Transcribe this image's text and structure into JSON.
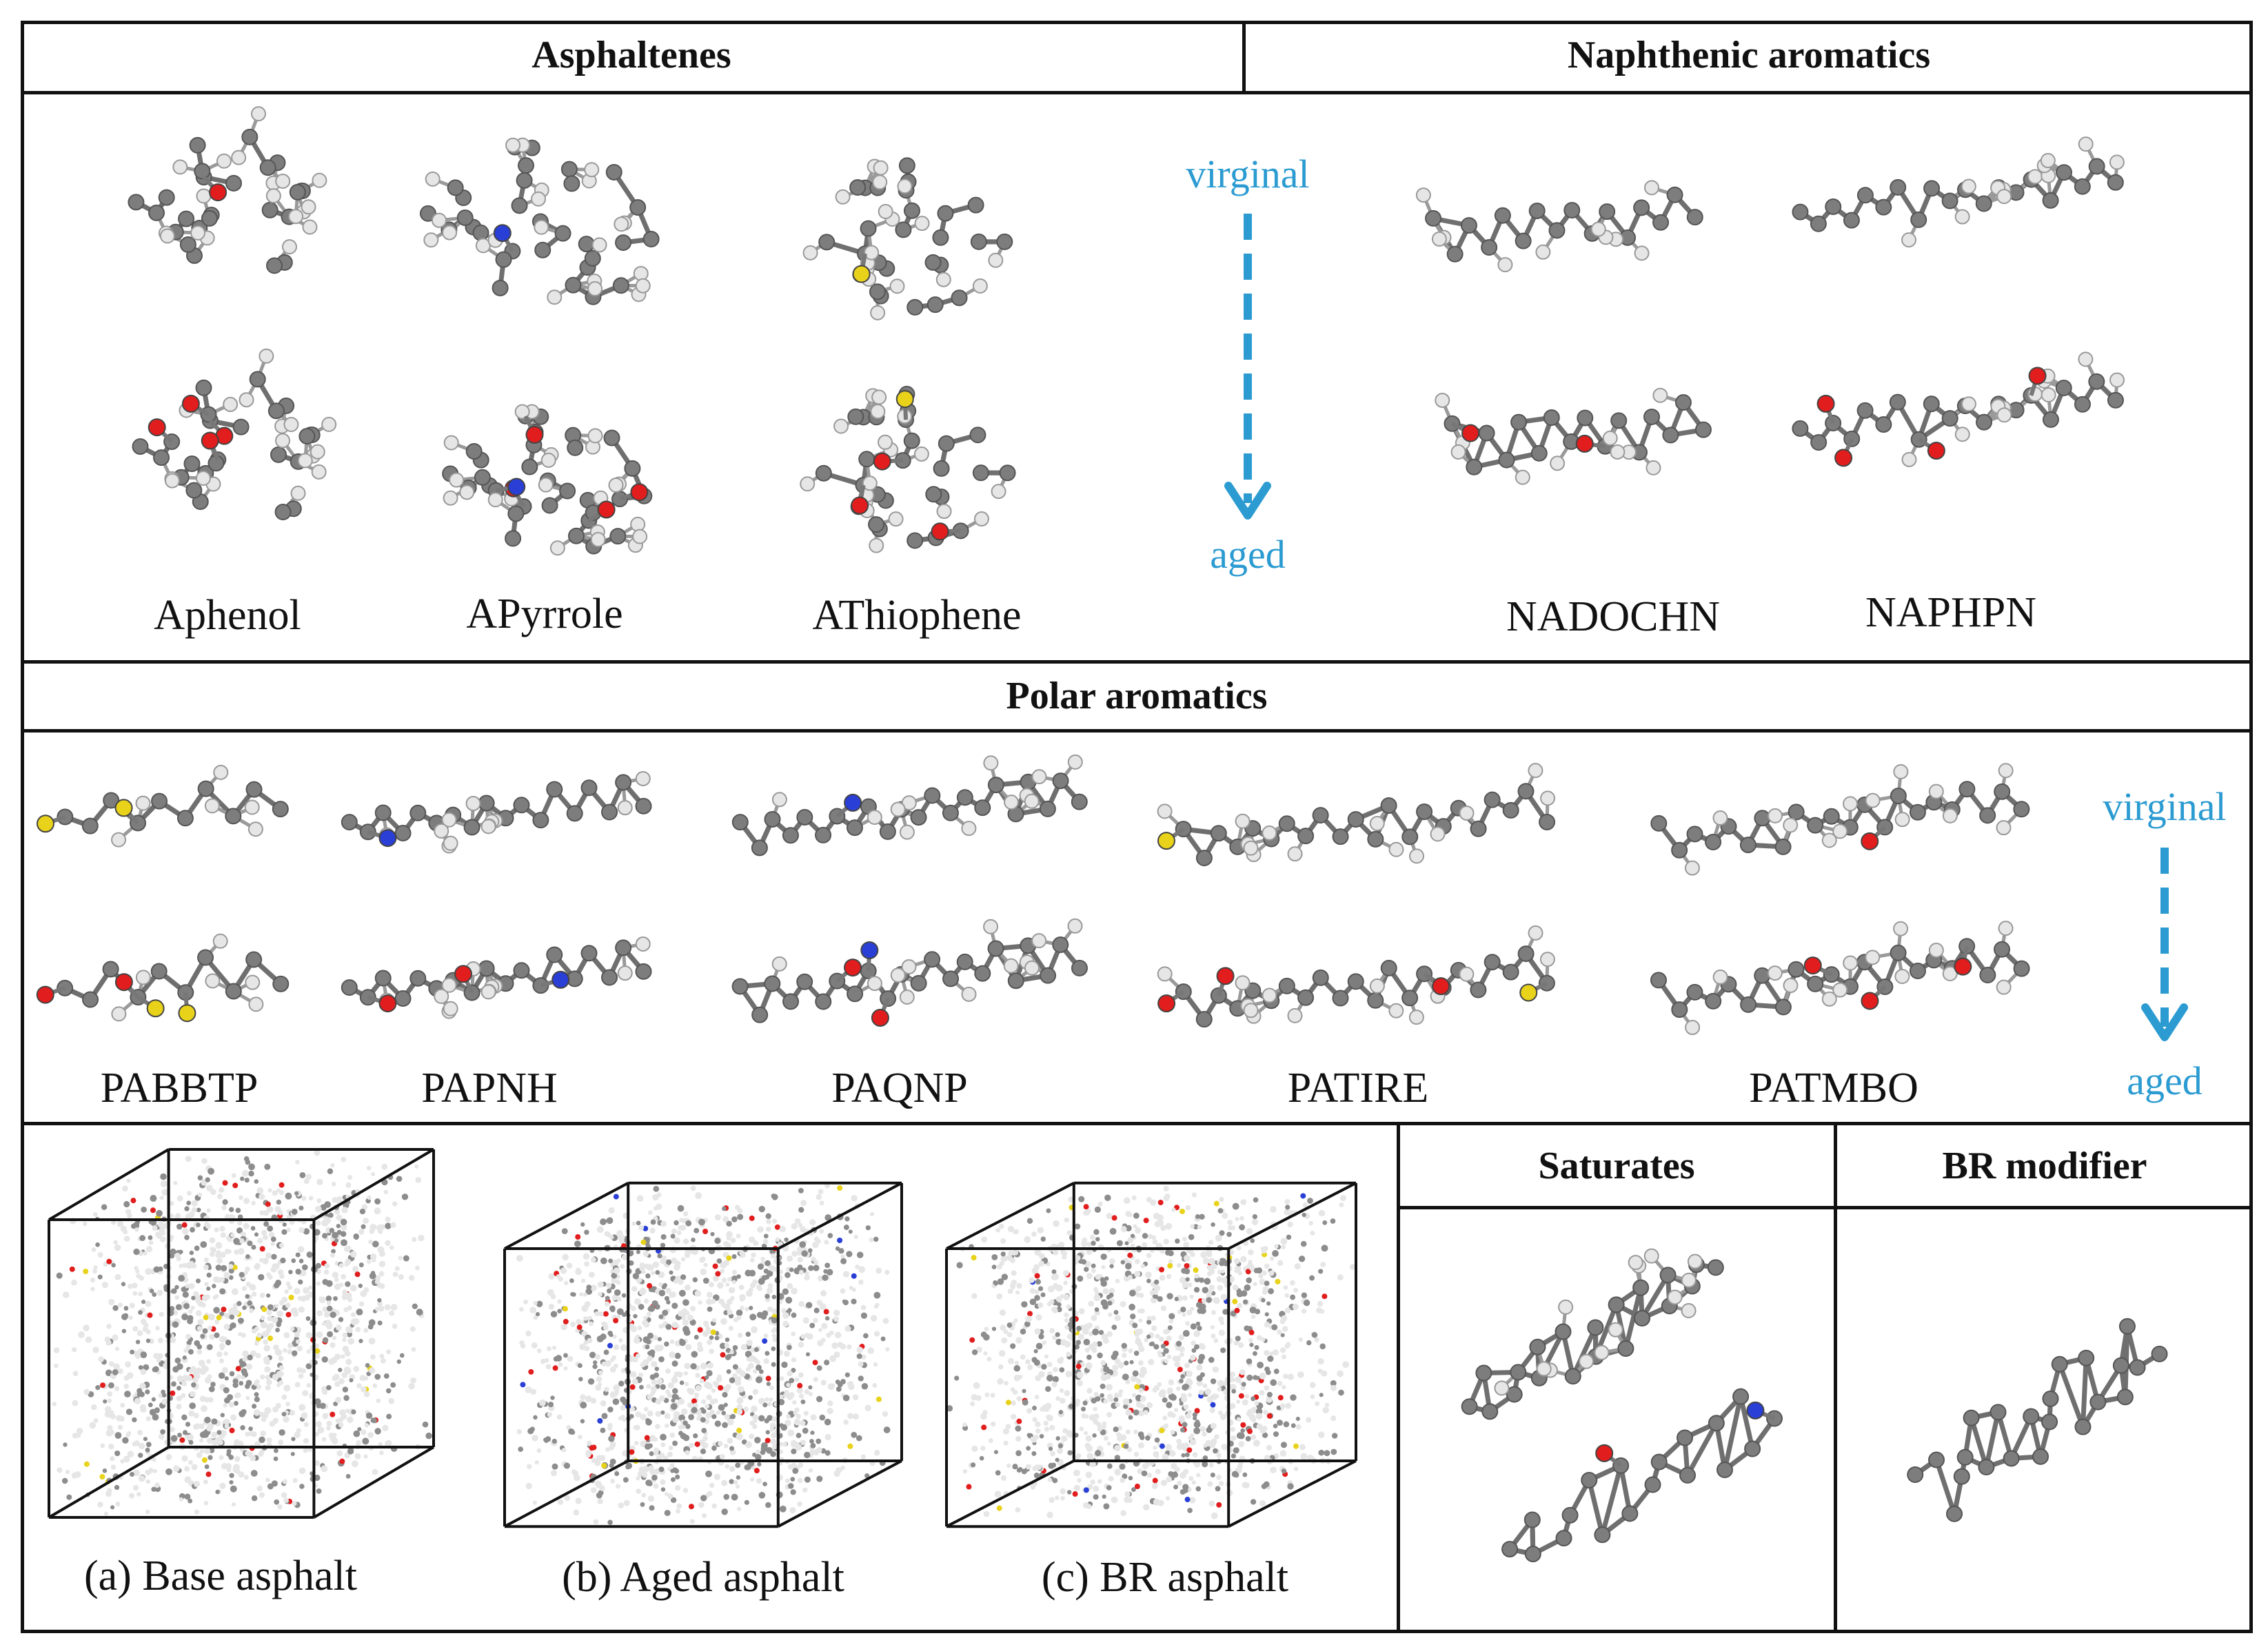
{
  "colors": {
    "atom_carbon": "#7d7d7d",
    "atom_hydrogen": "#e6e6e6",
    "atom_oxygen": "#e11d1d",
    "atom_nitrogen": "#2a3fd6",
    "atom_sulfur": "#e8d21a",
    "arrow": "#2b9bd1",
    "border": "#111111"
  },
  "sections": {
    "asphaltenes": {
      "title": "Asphaltenes",
      "molecules": [
        "Aphenol",
        "APyrrole",
        "AThiophene"
      ]
    },
    "naphthenic": {
      "title": "Naphthenic aromatics",
      "molecules": [
        "NADOCHN",
        "NAPHPN"
      ]
    },
    "polar": {
      "title": "Polar aromatics",
      "molecules": [
        "PABBTP",
        "PAPNH",
        "PAQNP",
        "PATIRE",
        "PATMBO"
      ]
    },
    "saturates": {
      "title": "Saturates"
    },
    "modifier": {
      "title": "BR modifier"
    },
    "models": {
      "base": "(a) Base asphalt",
      "aged": "(b) Aged asphalt",
      "br": "(c) BR asphalt"
    }
  },
  "arrows": {
    "top": {
      "from": "virginal",
      "to": "aged"
    },
    "polar": {
      "from": "virginal",
      "to": "aged"
    }
  }
}
